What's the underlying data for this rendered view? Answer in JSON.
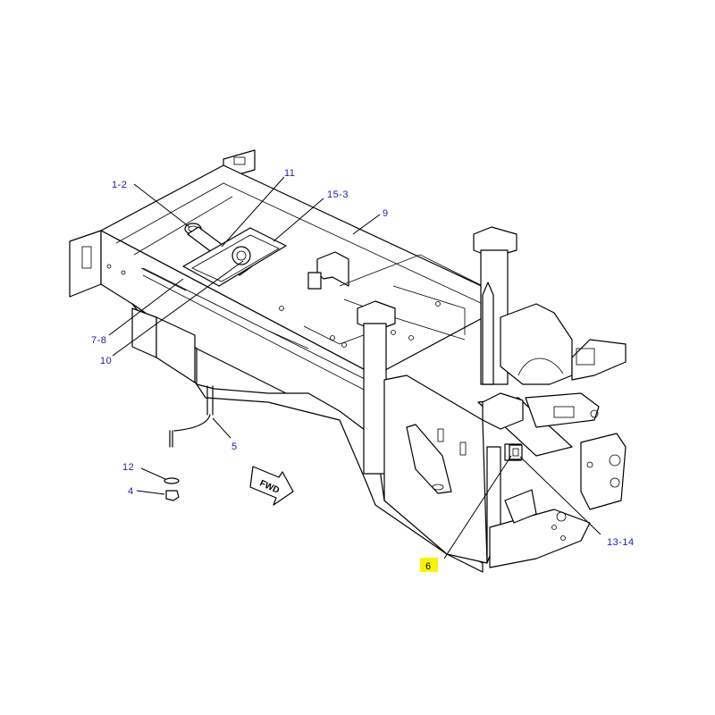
{
  "colors": {
    "callout_text": "#1a1ab0",
    "highlight": "#f5f500",
    "line": "#000000",
    "background": "#ffffff"
  },
  "direction_marker": {
    "text": "FWD",
    "icon": "forward-arrow-icon"
  },
  "callouts": [
    {
      "id": "c-1-2",
      "label": "1-2"
    },
    {
      "id": "c-11",
      "label": "11"
    },
    {
      "id": "c-15-3",
      "label": "15-3"
    },
    {
      "id": "c-9",
      "label": "9"
    },
    {
      "id": "c-7-8",
      "label": "7-8"
    },
    {
      "id": "c-10",
      "label": "10"
    },
    {
      "id": "c-5",
      "label": "5"
    },
    {
      "id": "c-12",
      "label": "12"
    },
    {
      "id": "c-4",
      "label": "4"
    },
    {
      "id": "c-13-14",
      "label": "13-14"
    },
    {
      "id": "c-6",
      "label": "6",
      "highlighted": true
    }
  ]
}
